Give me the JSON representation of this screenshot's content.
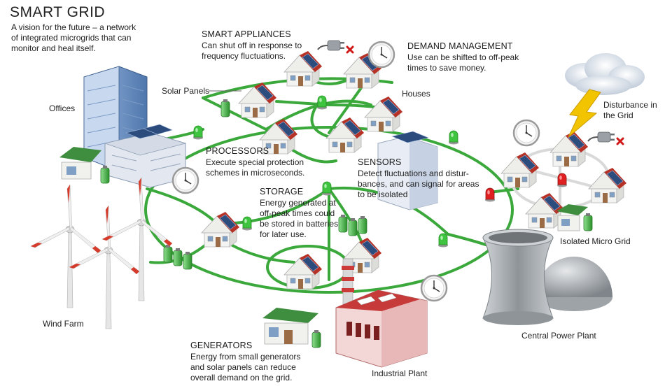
{
  "title": "SMART GRID",
  "subtitle": "A vision for the future – a network\nof integrated microgrids that can\nmonitor and heal itself.",
  "sections": {
    "smart_appliances": {
      "heading": "SMART APPLIANCES",
      "text": "Can shut off in response to\nfrequency fluctuations."
    },
    "demand_management": {
      "heading": "DEMAND MANAGEMENT",
      "text": "Use can be shifted to off-peak\ntimes to save money."
    },
    "processors": {
      "heading": "PROCESSORS",
      "text": "Execute special protection\nschemes in microseconds."
    },
    "sensors": {
      "heading": "SENSORS",
      "text": "Detect fluctuations and distur-\nbances, and can signal for areas\nto be isolated"
    },
    "storage": {
      "heading": "STORAGE",
      "text": "Energy generated at\noff-peak times could\nbe stored in batteries\nfor later use."
    },
    "generators": {
      "heading": "GENERATORS",
      "text": "Energy from small generators\nand solar panels can reduce\noverall demand on the grid."
    }
  },
  "labels": {
    "offices": "Offices",
    "solar_panels": "Solar Panels",
    "houses": "Houses",
    "disturbance": "Disturbance in\nthe Grid",
    "isolated_micro_grid": "Isolated Micro Grid",
    "wind_farm": "Wind Farm",
    "central_power_plant": "Central Power Plant",
    "industrial_plant": "Industrial Plant"
  },
  "colors": {
    "grid_line": "#3aa83a",
    "isolated_line": "#d9d9d9",
    "roof": "#c0392b",
    "solar": "#2b4a78",
    "wall": "#f2f2ef",
    "sensor_green": "#3ec43e",
    "sensor_red": "#e02020",
    "building_blue": "#6f94c6",
    "cooling_tower": "#a7acb0",
    "lightning": "#f2c400"
  }
}
